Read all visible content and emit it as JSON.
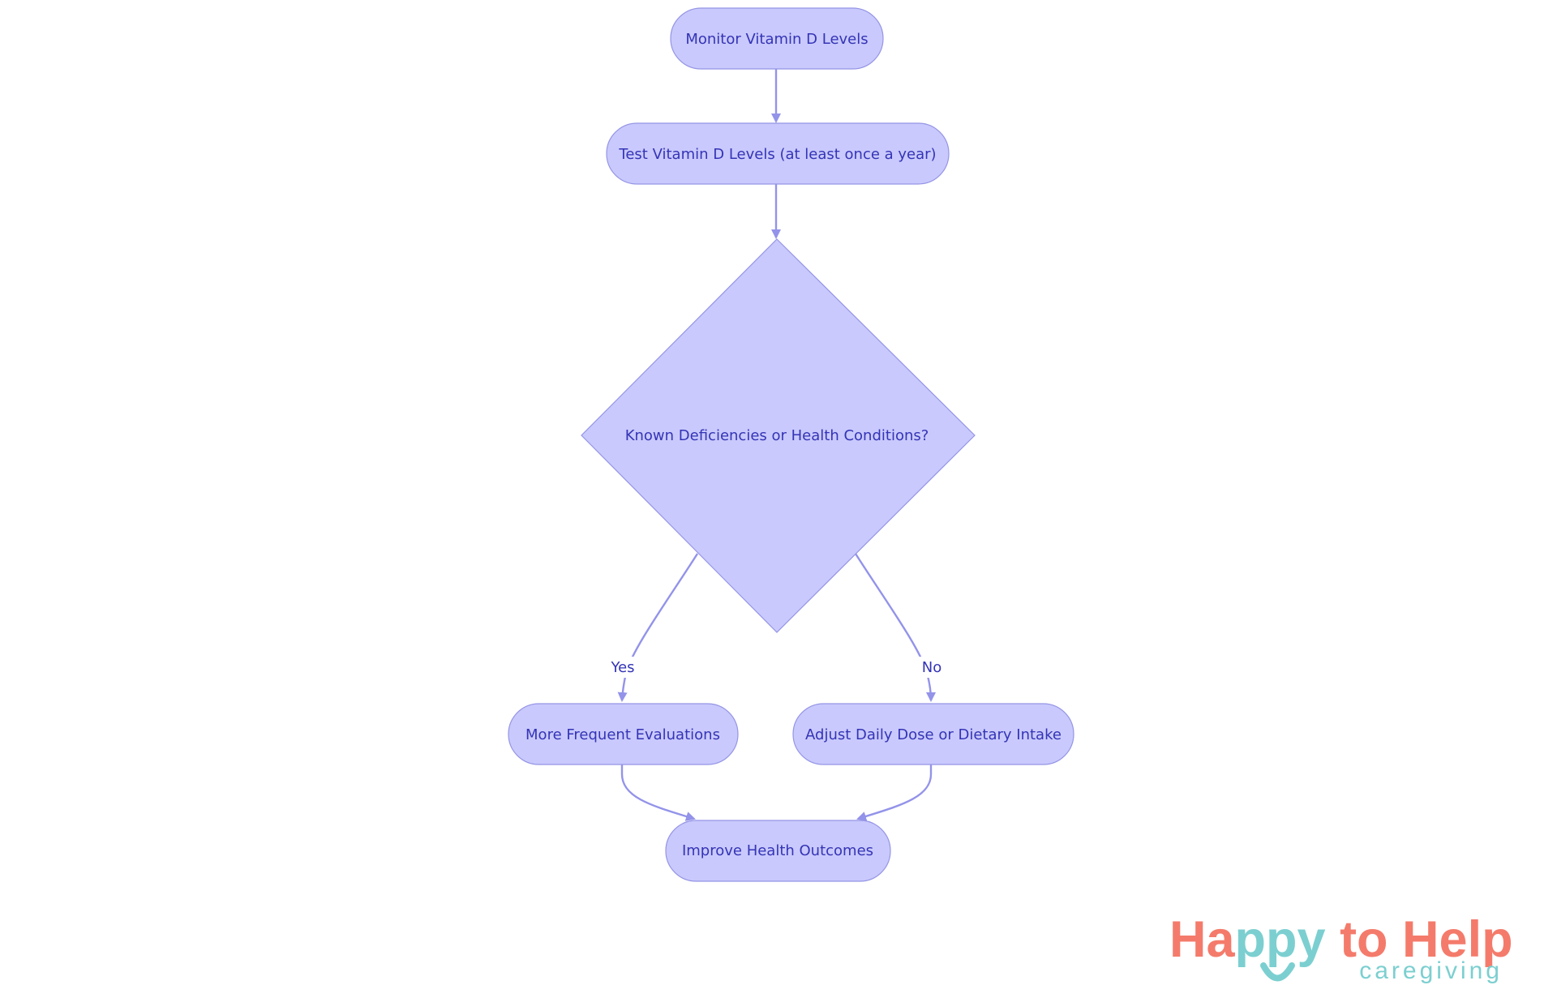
{
  "colors": {
    "node_fill": "#c9c9fd",
    "node_stroke": "#9595e6",
    "edge": "#9393ea",
    "text": "#3434b6",
    "logo_coral": "#f47b6b",
    "logo_teal": "#7ccfd0"
  },
  "nodes": {
    "monitor": "Monitor Vitamin D Levels",
    "test": "Test Vitamin D Levels (at least once a year)",
    "decision": "Known Deficiencies or Health Conditions?",
    "frequent": "More Frequent Evaluations",
    "adjust": "Adjust Daily Dose or Dietary Intake",
    "improve": "Improve Health Outcomes"
  },
  "edges": {
    "yes_label": "Yes",
    "no_label": "No"
  },
  "logo": {
    "part1": "Ha",
    "part2": "ppy",
    "part3": " to Help",
    "sub": "caregiving",
    "icon": "smile-icon"
  }
}
